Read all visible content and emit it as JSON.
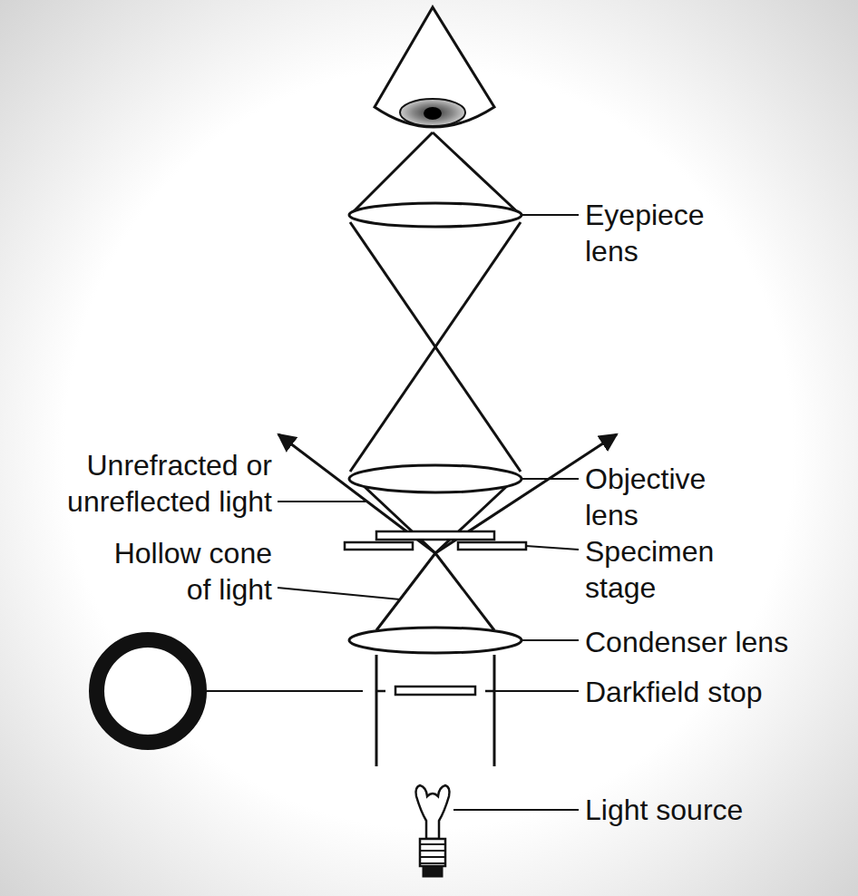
{
  "diagram": {
    "labels": [
      "Eyepiece lens",
      "Unrefracted or unreflected light",
      "Objective lens",
      "Hollow cone of light",
      "Specimen stage",
      "Condenser lens",
      "Darkfield stop",
      "Light source"
    ]
  }
}
